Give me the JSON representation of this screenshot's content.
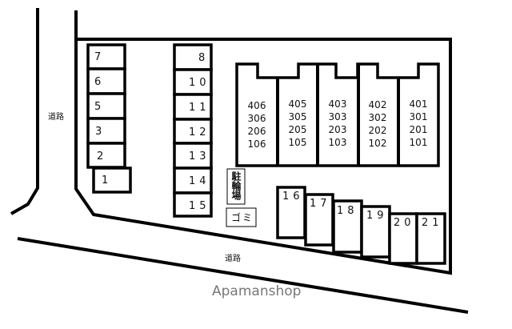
{
  "roads": {
    "left": "道路",
    "bottom": "道路"
  },
  "parking_left": [
    "7",
    "6",
    "5",
    "3",
    "2",
    "1"
  ],
  "parking_middle": [
    "8",
    "10",
    "11",
    "12",
    "13",
    "14",
    "15"
  ],
  "parking_bottom": [
    "16",
    "17",
    "18",
    "19",
    "20",
    "21"
  ],
  "building_units": [
    [
      "406",
      "306",
      "206",
      "106"
    ],
    [
      "405",
      "305",
      "205",
      "105"
    ],
    [
      "403",
      "303",
      "203",
      "103"
    ],
    [
      "402",
      "302",
      "202",
      "102"
    ],
    [
      "401",
      "301",
      "201",
      "101"
    ]
  ],
  "bicycle_parking": "駐輪場",
  "garbage": "ゴミ",
  "watermark": "Apamanshop"
}
